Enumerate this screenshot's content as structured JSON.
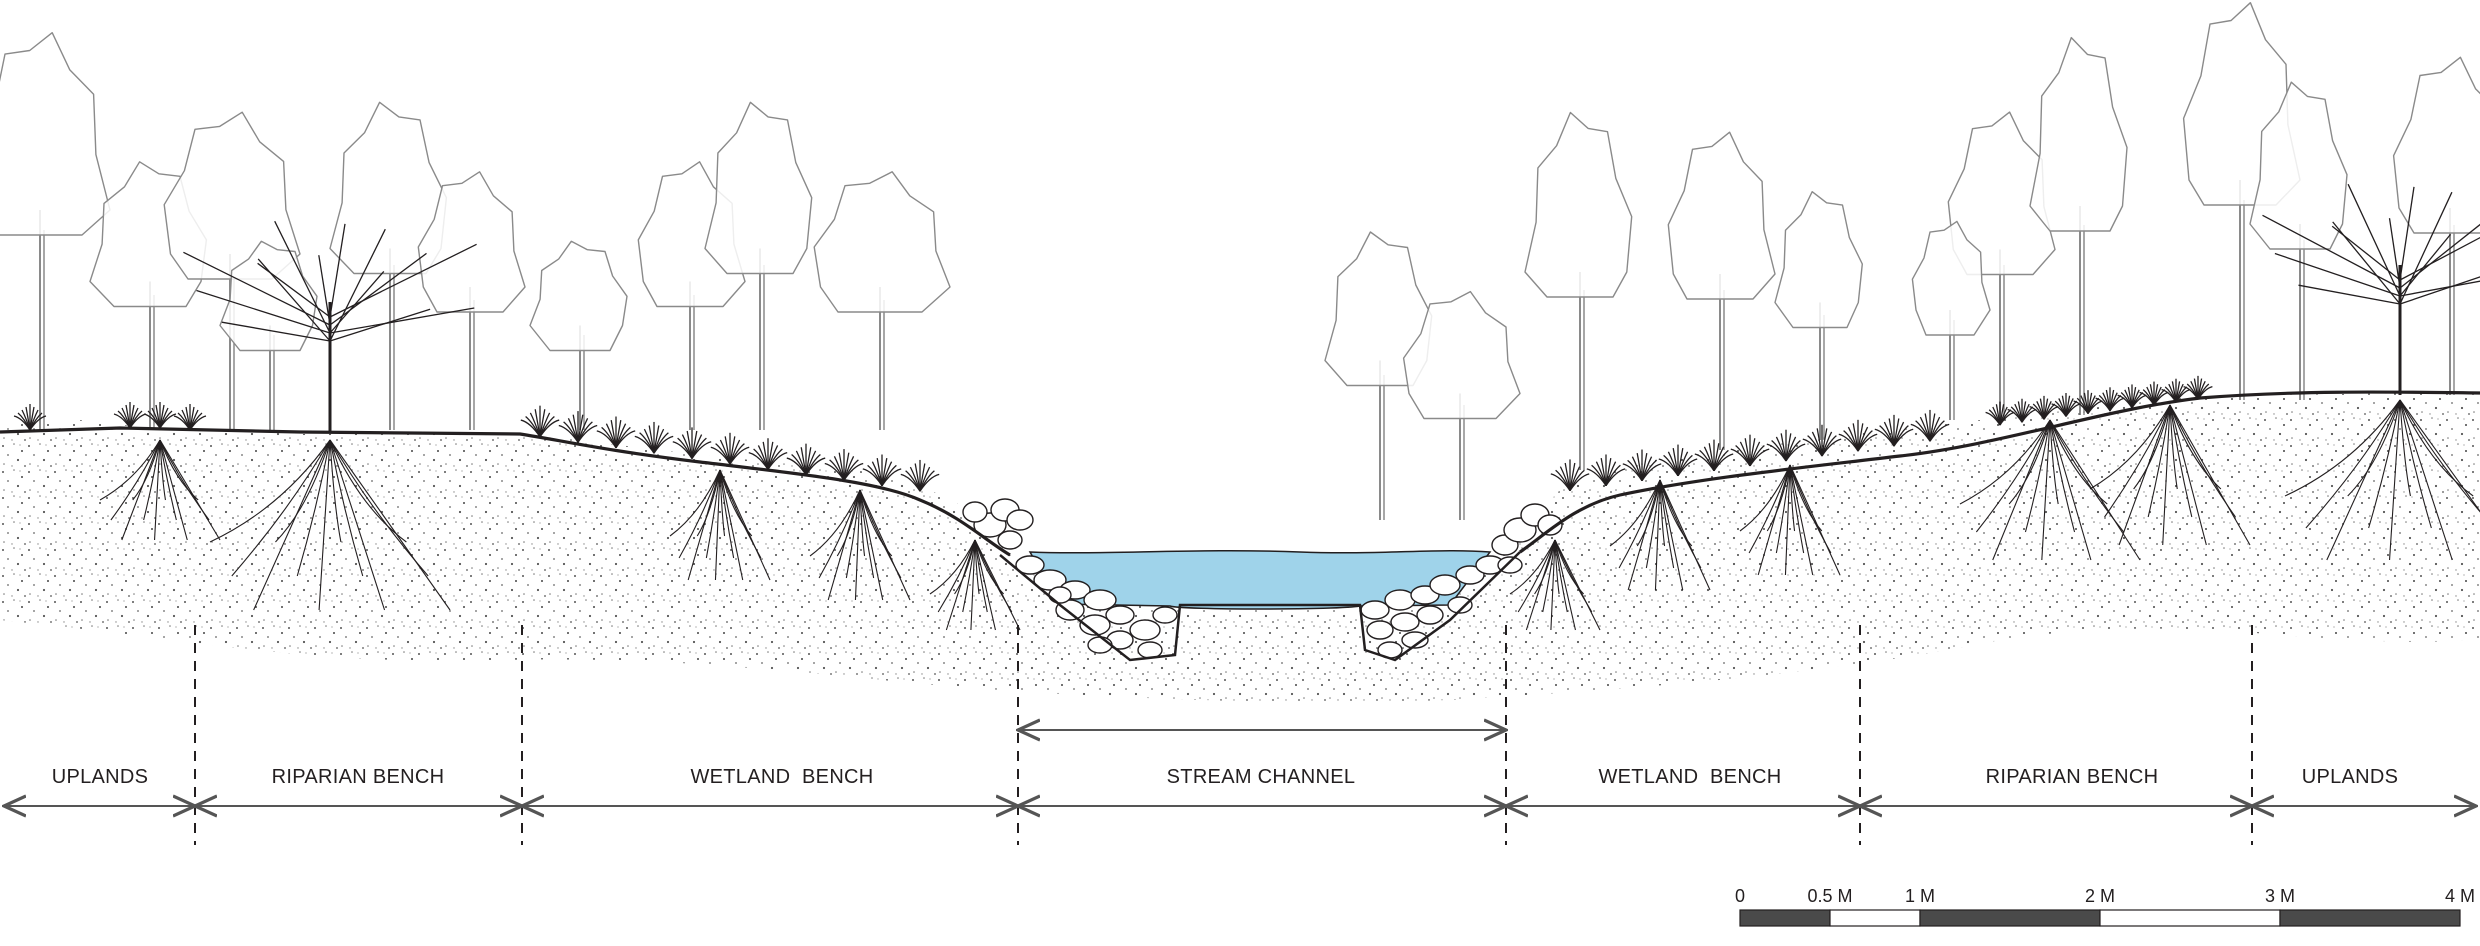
{
  "zones": [
    {
      "label": "UPLANDS"
    },
    {
      "label": "RIPARIAN BENCH"
    },
    {
      "label": "WETLAND  BENCH"
    },
    {
      "label": "STREAM CHANNEL"
    },
    {
      "label": "WETLAND  BENCH"
    },
    {
      "label": "RIPARIAN BENCH"
    },
    {
      "label": "UPLANDS"
    }
  ],
  "scale_bar": {
    "ticks": [
      "0",
      "0.5 M",
      "1 M",
      "2 M",
      "3 M",
      "4 M"
    ],
    "tick_values_m": [
      0,
      0.5,
      1,
      2,
      3,
      4
    ]
  },
  "colors": {
    "water": "#9fd3ea",
    "line": "#231f20",
    "tree_outline": "#8a8a8a",
    "scale_dark": "#4a4a4a"
  }
}
